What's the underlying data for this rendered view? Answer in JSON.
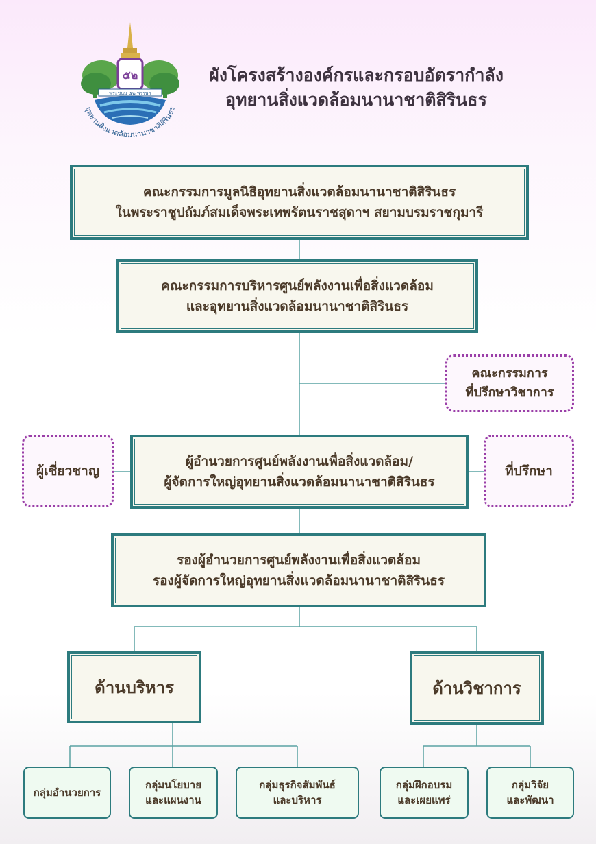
{
  "header": {
    "title_line1": "ผังโครงสร้างองค์กรและกรอบอัตรากำลัง",
    "title_line2": "อุทยานสิ่งแวดล้อมนานาชาติสิรินธร"
  },
  "logo": {
    "ring_text": "อุทยานสิ่งแวดล้อมนานาชาติสิรินธร",
    "emblem_text": "๕๒",
    "ribbon_text": "พระชนม ๕๒ พรรษา"
  },
  "nodes": {
    "foundation_committee": {
      "line1": "คณะกรรมการมูลนิธิอุทยานสิ่งแวดล้อมนานาชาติสิรินธร",
      "line2": "ในพระราชูปถัมภ์สมเด็จพระเทพรัตนราชสุดาฯ สยามบรมราชกุมารี"
    },
    "executive_committee": {
      "line1": "คณะกรรมการบริหารศูนย์พลังงานเพื่อสิ่งแวดล้อม",
      "line2": "และอุทยานสิ่งแวดล้อมนานาชาติสิรินธร"
    },
    "academic_advisory_committee": {
      "line1": "คณะกรรมการ",
      "line2": "ที่ปรึกษาวิชาการ"
    },
    "director": {
      "line1": "ผู้อำนวยการศูนย์พลังงานเพื่อสิ่งแวดล้อม/",
      "line2": "ผู้จัดการใหญ่อุทยานสิ่งแวดล้อมนานาชาติสิรินธร"
    },
    "expert": {
      "label": "ผู้เชี่ยวชาญ"
    },
    "advisor": {
      "label": "ที่ปรึกษา"
    },
    "deputy_director": {
      "line1": "รองผู้อำนวยการศูนย์พลังงานเพื่อสิ่งแวดล้อม",
      "line2": "รองผู้จัดการใหญ่อุทยานสิ่งแวดล้อมนานาชาติสิรินธร"
    },
    "administration": {
      "label": "ด้านบริหาร"
    },
    "academic": {
      "label": "ด้านวิชาการ"
    }
  },
  "groups": [
    {
      "line1": "กลุ่มอำนวยการ",
      "line2": ""
    },
    {
      "line1": "กลุ่มนโยบาย",
      "line2": "และแผนงาน"
    },
    {
      "line1": "กลุ่มธุรกิจสัมพันธ์",
      "line2": "และบริหาร"
    },
    {
      "line1": "กลุ่มฝึกอบรม",
      "line2": "และเผยแพร่"
    },
    {
      "line1": "กลุ่มวิจัย",
      "line2": "และพัฒนา"
    }
  ],
  "colors": {
    "box_border": "#2d7b7e",
    "box_fill": "#f8f7ee",
    "dotted_border": "#9a3fa8",
    "group_fill": "#effaf1",
    "text": "#4b3a29",
    "connector": "#5aa3a3"
  }
}
